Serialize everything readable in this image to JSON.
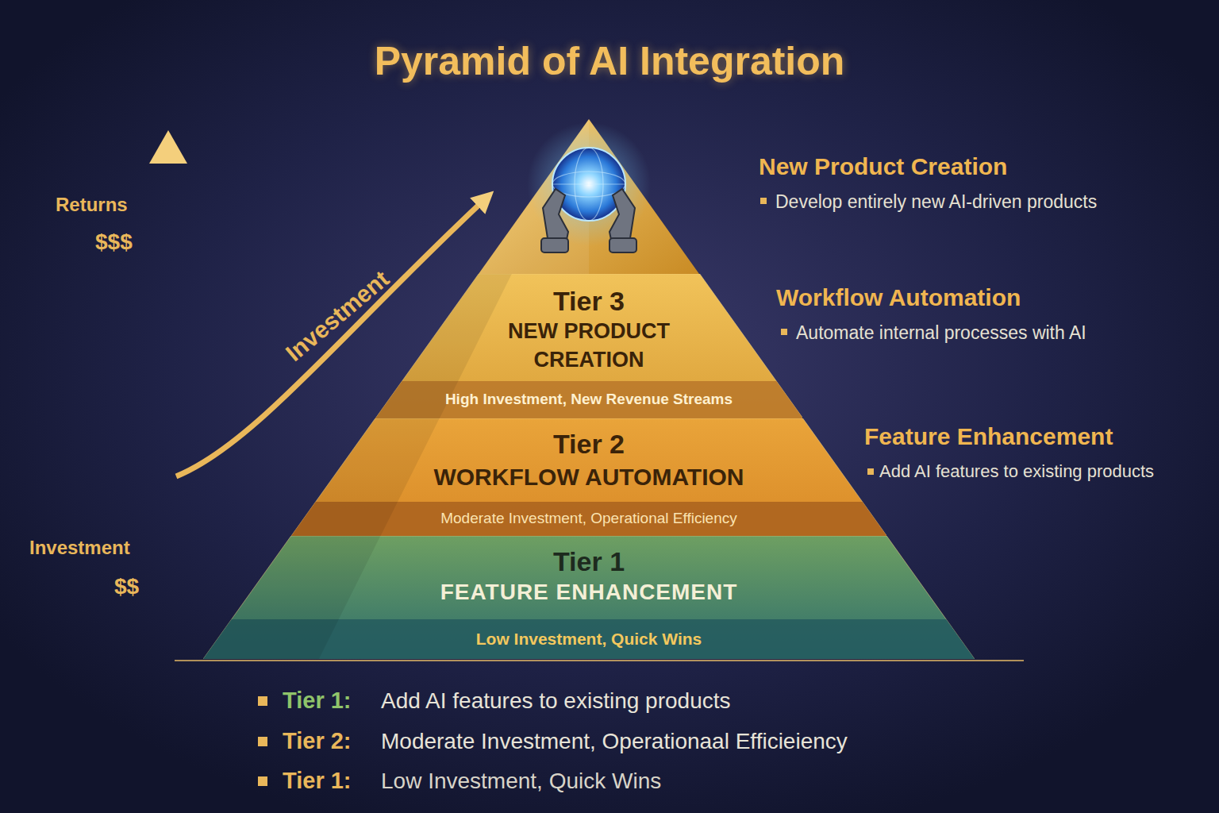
{
  "diagram": {
    "title": "Pyramid of AI Integration",
    "nodes": [
      {
        "text": [
          "Tier 3",
          "NEW PRODUCT CREATION",
          "High Investment, New Revenue Streams"
        ]
      },
      {
        "text": [
          "Tier 2",
          "WORKFLOW AUTOMATION",
          "Moderate Investment, Operational Efficiency"
        ]
      },
      {
        "text": [
          "Tier 1",
          "FEATURE ENHANCEMENT",
          "Low Investment, Quick Wins"
        ]
      }
    ],
    "labels": [
      "Returns",
      "$$$",
      "Investment",
      "Investment",
      "$$",
      "New Product Creation",
      "Develop entirely new AI-driven products",
      "Workflow Automation",
      "Automate internal processes with AI",
      "Feature Enhancement",
      "Add AI features to existing products",
      "Tier 1:",
      "Add AI features to existing products",
      "Tier 2:",
      "Moderate Investment, Operationaal Efficieiency",
      "Tier 1:",
      "Low Investment, Quick Wins"
    ]
  }
}
